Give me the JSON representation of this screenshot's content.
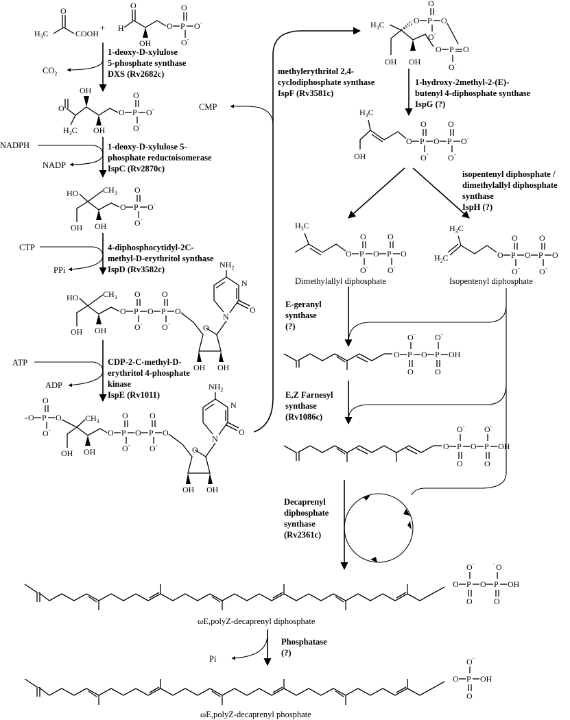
{
  "enzymes": {
    "dxs": [
      "1-deoxy-D-xylulose",
      "5-phosphate synthase",
      "DXS (Rv2682c)"
    ],
    "ispc": [
      "1-deoxy-D-xylulose 5-",
      "phosphate reductoisomerase",
      "IspC (Rv2870c)"
    ],
    "ispd": [
      "4-diphosphocytidyl-2C-",
      "methyl-D-erythritol synthase",
      "IspD (Rv3582c)"
    ],
    "ispe": [
      "CDP-2-C-methyl-D-",
      "erythritol 4-phosphate",
      "kinase",
      "IspE (Rv1011)"
    ],
    "ispf": [
      "methylerythritol 2,4-",
      "cyclodiphosphate synthase",
      "IspF (Rv3581c)"
    ],
    "ispg": [
      "1-hydroxy-2methyl-2-(E)-",
      "butenyl 4-diphosphate synthase",
      "IspG (?)"
    ],
    "isph": [
      "isopentenyl diphosphate /",
      "dimethylallyl diphosphate",
      "synthase",
      "IspH (?)"
    ],
    "geranyl": [
      "E-geranyl",
      "synthase",
      "(?)"
    ],
    "farnesyl": [
      "E,Z Farnesyl",
      "synthase",
      "(Rv1086c)"
    ],
    "decaprenyl": [
      "Decaprenyl",
      "diphosphate",
      "synthase",
      "(Rv2361c)"
    ],
    "phosphatase": [
      "Phosphatase",
      "(?)"
    ]
  },
  "cofactors": {
    "co2": "CO",
    "co2_sub": "2",
    "nadph": "NADPH",
    "nadp": "NADP",
    "ctp": "CTP",
    "ppi": "PPi",
    "atp": "ATP",
    "adp": "ADP",
    "cmp": "CMP",
    "pi": "Pi"
  },
  "compounds": {
    "dmapp": "Dimethylallyl diphosphate",
    "ipp": "Isopentenyl diphosphate",
    "decaprenyl_pp": "ωE,polyZ-decaprenyl diphosphate",
    "decaprenyl_p": "ωE,polyZ-decaprenyl phosphate"
  },
  "atoms": {
    "h3c": "H",
    "cooh": "COOH",
    "plus": "+",
    "oh": "OH",
    "ho": "HO",
    "ch3": "CH",
    "o": "O",
    "p": "P",
    "h": "H",
    "nh2": "NH",
    "n": "N",
    "minus": "-"
  }
}
